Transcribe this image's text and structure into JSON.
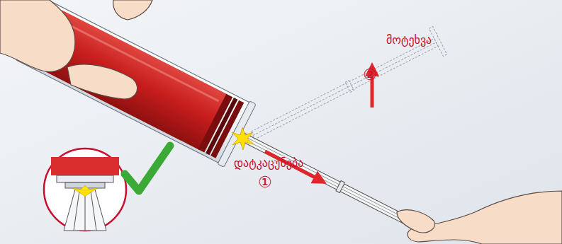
{
  "diagram": {
    "labels": [
      "მოტეხვა",
      "②",
      "დატკაცუნება",
      "①"
    ]
  }
}
